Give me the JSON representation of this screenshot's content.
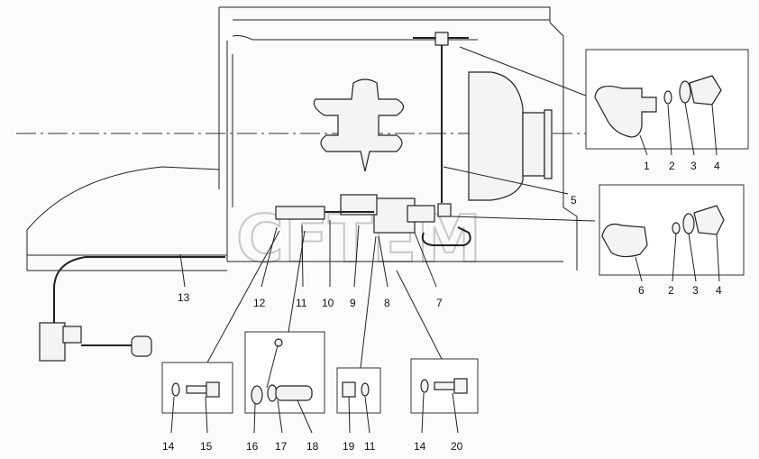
{
  "watermark": "CFTEM",
  "callouts": {
    "c1": "1",
    "c2_top": "2",
    "c3_top": "3",
    "c4_top": "4",
    "c5": "5",
    "c6": "6",
    "c2_mid": "2",
    "c3_mid": "3",
    "c4_mid": "4",
    "c7": "7",
    "c8": "8",
    "c9": "9",
    "c10": "10",
    "c11_main": "11",
    "c12": "12",
    "c13": "13",
    "c14_left": "14",
    "c15": "15",
    "c16": "16",
    "c17": "17",
    "c18": "18",
    "c19": "19",
    "c11_detail": "11",
    "c14_right": "14",
    "c20": "20"
  }
}
